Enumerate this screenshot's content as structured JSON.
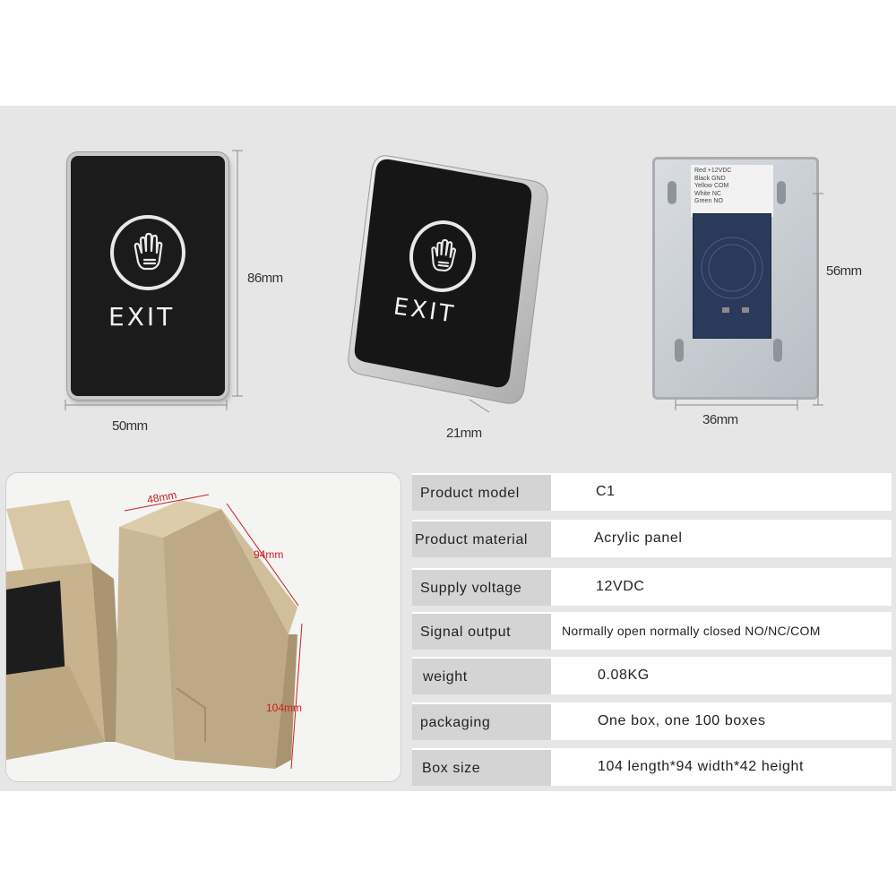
{
  "dimensions": {
    "front_height": "86mm",
    "front_width": "50mm",
    "depth": "21mm",
    "back_height": "56mm",
    "back_width": "36mm"
  },
  "panel_text": "EXIT",
  "wiring_label": [
    {
      "color": "Red",
      "signal": "+12VDC"
    },
    {
      "color": "Black",
      "signal": "GND"
    },
    {
      "color": "Yellow",
      "signal": "COM"
    },
    {
      "color": "White",
      "signal": "NC"
    },
    {
      "color": "Green",
      "signal": "NO"
    }
  ],
  "box_dimensions": {
    "width": "48mm",
    "height": "94mm",
    "length": "104mm"
  },
  "specs": [
    {
      "label": "Product model",
      "value": "C1"
    },
    {
      "label": "Product material",
      "value": "Acrylic panel"
    },
    {
      "label": "Supply voltage",
      "value": "12VDC"
    },
    {
      "label": "Signal output",
      "value": "Normally open normally closed NO/NC/COM"
    },
    {
      "label": "weight",
      "value": "0.08KG"
    },
    {
      "label": "packaging",
      "value": "One box, one 100 boxes"
    },
    {
      "label": "Box size",
      "value": "104 length*94 width*42 height"
    }
  ],
  "colors": {
    "band_background": "#e6e6e6",
    "panel_black": "#1b1b1b",
    "dimension_red": "#c92020",
    "cardboard": "#c9b796",
    "spec_label_bg": "#d4d4d4"
  }
}
